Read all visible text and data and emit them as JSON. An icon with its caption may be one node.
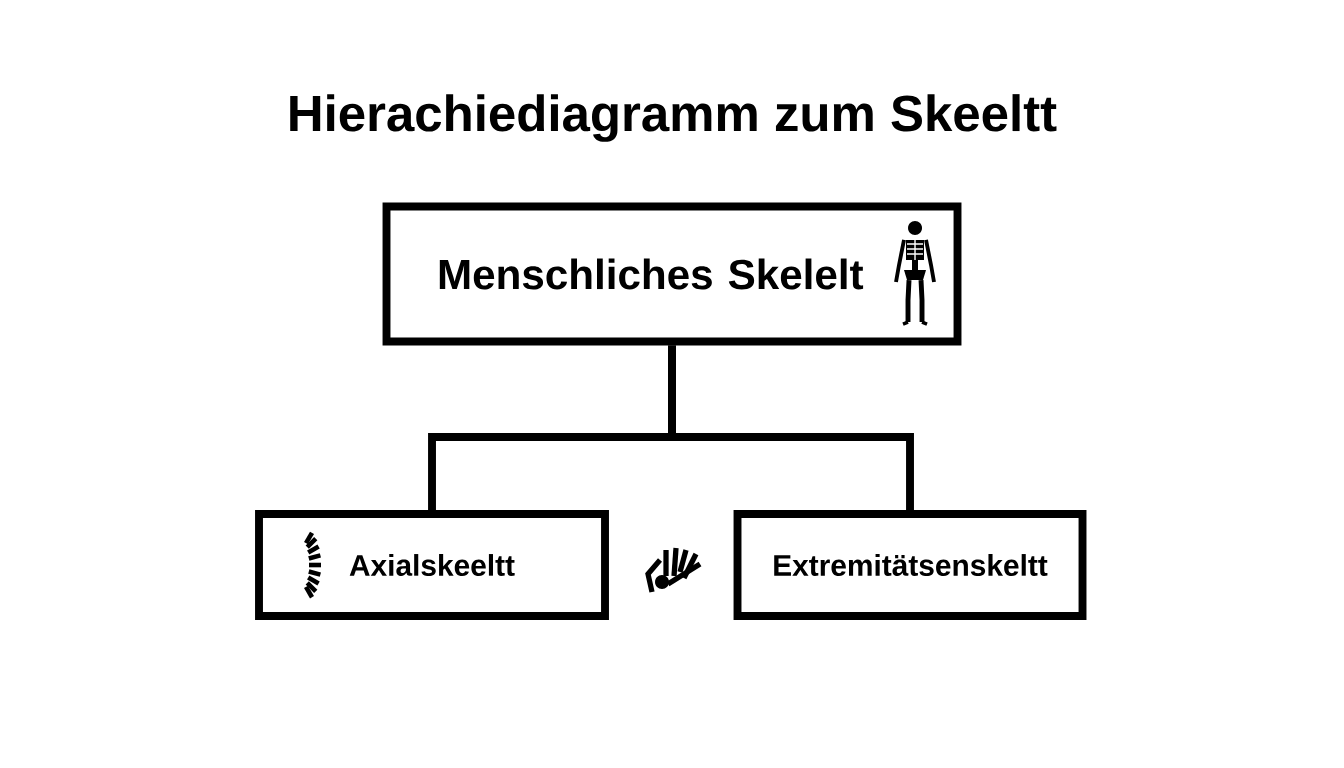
{
  "diagram": {
    "title": "Hierachiediagramm zum Skeeltt",
    "nodes": [
      {
        "text": [
          "Menschliches Skelelt"
        ]
      },
      {
        "text": [
          "Axialskeeltt"
        ]
      },
      {
        "text": [
          "Extremitätsenskeltt"
        ]
      }
    ],
    "edges": [
      {
        "from": 0,
        "to": 1,
        "arrow": "none"
      },
      {
        "from": 0,
        "to": 2,
        "arrow": "none"
      }
    ]
  }
}
